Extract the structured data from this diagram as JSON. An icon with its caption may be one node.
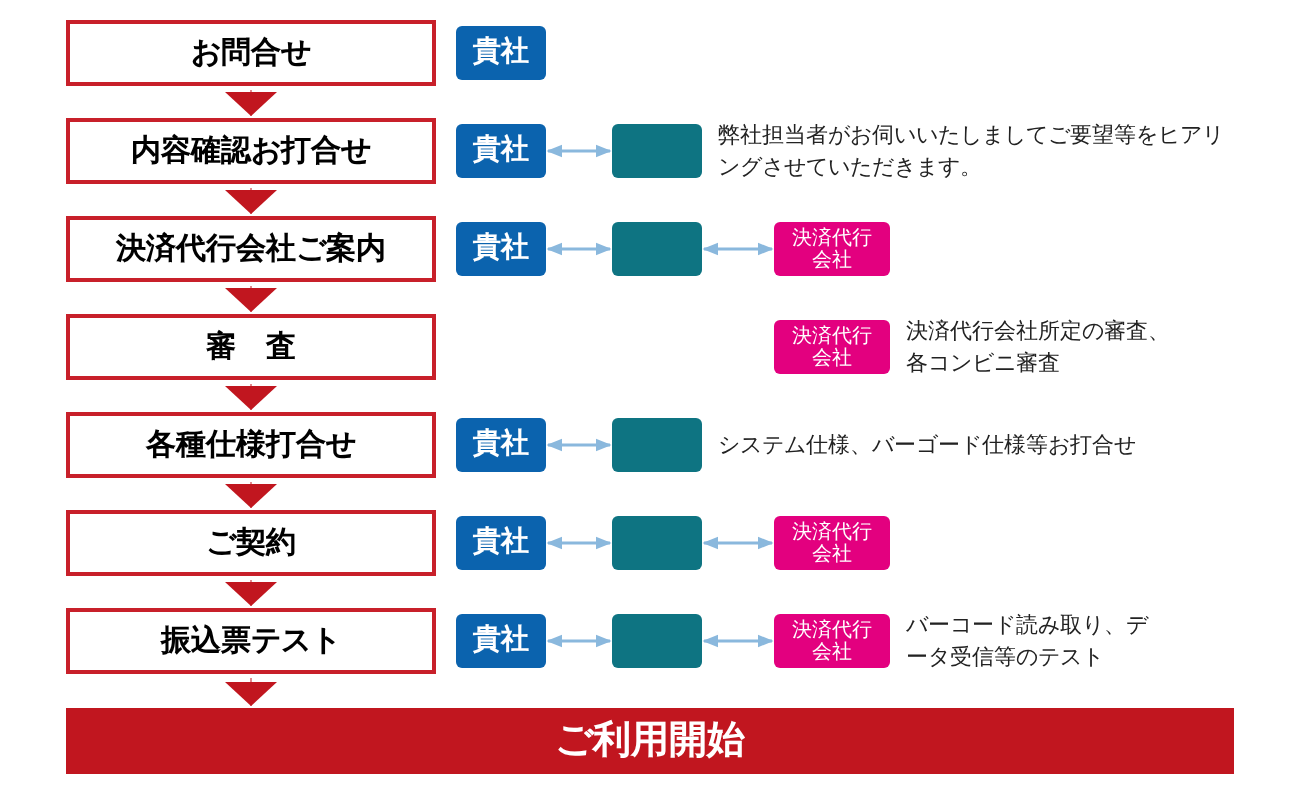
{
  "diagram": {
    "nodes": [
      {
        "text": [
          "お問合せ"
        ]
      },
      {
        "text": [
          "貴社"
        ]
      },
      {
        "text": [
          "内容確認お打合せ"
        ]
      },
      {
        "text": [
          "貴社"
        ]
      },
      {
        "text": [],
        "shape": "box",
        "beside": [
          "弊社担当者がお伺いいたしましてご要望等をヒアリングさせていただきます。"
        ]
      },
      {
        "text": [
          "決済代行会社ご案内"
        ]
      },
      {
        "text": [
          "貴社"
        ]
      },
      {
        "text": [],
        "shape": "box"
      },
      {
        "text": [
          "決済代行会社"
        ]
      },
      {
        "text": [
          "審　査"
        ]
      },
      {
        "text": [
          "決済代行会社"
        ],
        "beside": [
          "決済代行会社所定の審査、各コンビニ審査"
        ]
      },
      {
        "text": [
          "各種仕様打合せ"
        ]
      },
      {
        "text": [
          "貴社"
        ]
      },
      {
        "text": [],
        "shape": "box",
        "beside": [
          "システム仕様、バーゴード仕様等お打合せ"
        ]
      },
      {
        "text": [
          "ご契約"
        ]
      },
      {
        "text": [
          "貴社"
        ]
      },
      {
        "text": [],
        "shape": "box"
      },
      {
        "text": [
          "決済代行会社"
        ]
      },
      {
        "text": [
          "振込票テスト"
        ]
      },
      {
        "text": [
          "貴社"
        ]
      },
      {
        "text": [],
        "shape": "box"
      },
      {
        "text": [
          "決済代行会社"
        ],
        "beside": [
          "バーコード読み取り、データ受信等のテスト"
        ]
      },
      {
        "text": [
          "ご利用開始"
        ]
      }
    ],
    "edges": [
      {
        "from": 0,
        "to": 2,
        "arrow": "to",
        "color": "#c1161f"
      },
      {
        "from": 3,
        "to": 4,
        "arrow": "both"
      },
      {
        "from": 2,
        "to": 5,
        "arrow": "to",
        "color": "#c1161f"
      },
      {
        "from": 6,
        "to": 7,
        "arrow": "both"
      },
      {
        "from": 7,
        "to": 8,
        "arrow": "both"
      },
      {
        "from": 5,
        "to": 9,
        "arrow": "to",
        "color": "#c1161f"
      },
      {
        "from": 9,
        "to": 11,
        "arrow": "to",
        "color": "#c1161f"
      },
      {
        "from": 12,
        "to": 13,
        "arrow": "both"
      },
      {
        "from": 11,
        "to": 14,
        "arrow": "to",
        "color": "#c1161f"
      },
      {
        "from": 15,
        "to": 16,
        "arrow": "both"
      },
      {
        "from": 16,
        "to": 17,
        "arrow": "both"
      },
      {
        "from": 14,
        "to": 18,
        "arrow": "to",
        "color": "#c1161f"
      },
      {
        "from": 19,
        "to": 20,
        "arrow": "both"
      },
      {
        "from": 20,
        "to": 21,
        "arrow": "both"
      },
      {
        "from": 18,
        "to": 22,
        "arrow": "to",
        "color": "#c1161f"
      }
    ]
  }
}
